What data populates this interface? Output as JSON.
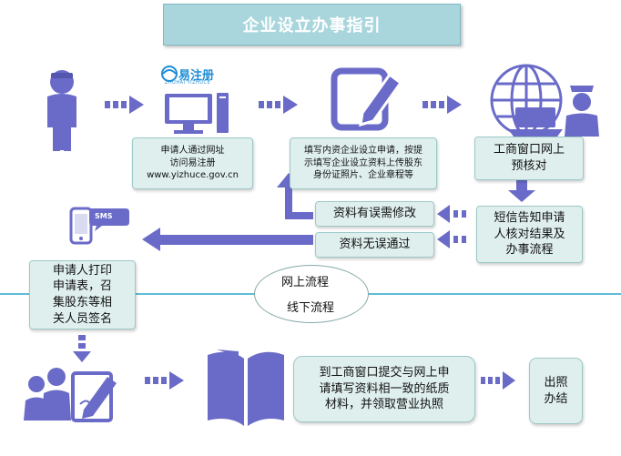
{
  "title": "企业设立办事指引",
  "logo": {
    "name": "易注册",
    "subtitle": "ZHUHAI YIZHUCE"
  },
  "sms_label": "SMS",
  "steps": {
    "visit": "申请人通过网址\n访问易注册\nwww.yizhuce.gov.cn",
    "fill": "填写内资企业设立申请，按提\n示填写企业设立资料上传股东\n身份证照片、企业章程等",
    "precheck": "工商窗口网上\n预核对",
    "sms": "短信告知申请\n人核对结果及\n办事流程",
    "need_modify": "资料有误需修改",
    "approved": "资料无误通过",
    "print": "申请人打印\n申请表，召\n集股东等相\n关人员签名",
    "submit": "到工商窗口提交与网上申\n请填写资料相一致的纸质\n材料，并领取营业执照",
    "done": "出照\n办结"
  },
  "labels": {
    "online": "网上流程",
    "offline": "线下流程"
  },
  "colors": {
    "arrow": "#6a6bc8",
    "icon": "#6a6bc8",
    "box_fill": "#dfefee",
    "title_fill": "#a9d6dc",
    "divider": "#2aa7c9"
  }
}
